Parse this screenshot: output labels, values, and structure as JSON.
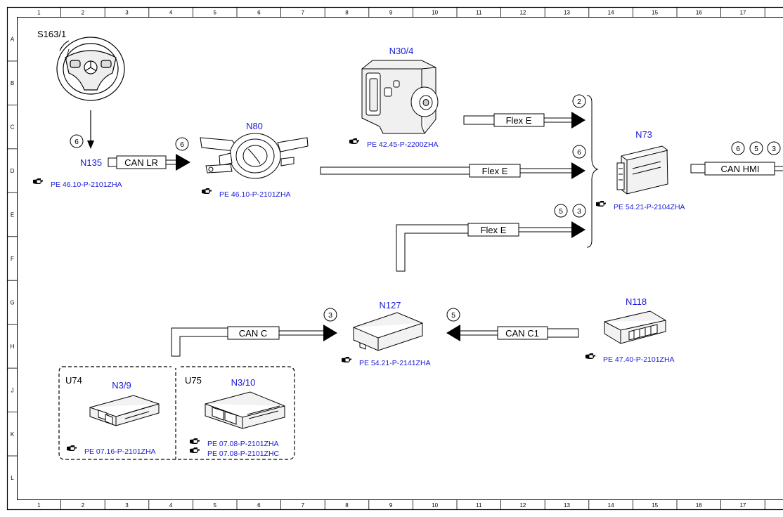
{
  "grid": {
    "columns": [
      "1",
      "2",
      "3",
      "4",
      "5",
      "6",
      "7",
      "8",
      "9",
      "10",
      "11",
      "12",
      "13",
      "14",
      "15",
      "16",
      "17"
    ],
    "rows": [
      "A",
      "B",
      "C",
      "D",
      "E",
      "F",
      "G",
      "H",
      "J",
      "K",
      "L"
    ]
  },
  "components": {
    "s163": {
      "label": "S163/1",
      "icon": "steering-wheel"
    },
    "n135": {
      "label": "N135",
      "ref": "PE 46.10-P-2101ZHA",
      "circle": "6"
    },
    "n80": {
      "label": "N80",
      "ref": "PE 46.10-P-2101ZHA",
      "icon": "steering-column-module"
    },
    "n30_4": {
      "label": "N30/4",
      "ref": "PE 42.45-P-2200ZHA",
      "icon": "esp-hydraulic-unit"
    },
    "n73": {
      "label": "N73",
      "ref": "PE 54.21-P-2104ZHA",
      "icon": "ezs-control-unit"
    },
    "n127": {
      "label": "N127",
      "ref": "PE 54.21-P-2141ZHA",
      "icon": "powertrain-control-unit"
    },
    "n118": {
      "label": "N118",
      "ref": "PE 47.40-P-2101ZHA",
      "icon": "fuel-pump-control-unit"
    },
    "u74": {
      "tag": "U74",
      "label": "N3/9",
      "ref": "PE 07.16-P-2101ZHA",
      "icon": "cdi-control-unit"
    },
    "u75": {
      "tag": "U75",
      "label": "N3/10",
      "ref1": "PE 07.08-P-2101ZHA",
      "ref2": "PE 07.08-P-2101ZHC",
      "icon": "me-sfi-control-unit"
    }
  },
  "buses": {
    "can_lr": {
      "label": "CAN LR",
      "circle": "6"
    },
    "flex_e_1": {
      "label": "Flex E",
      "circle": "2"
    },
    "flex_e_2": {
      "label": "Flex E",
      "circle": "6"
    },
    "flex_e_3": {
      "label": "Flex E",
      "circles": [
        "5",
        "3"
      ]
    },
    "can_hmi": {
      "label": "CAN HMI",
      "circles": [
        "6",
        "5",
        "3"
      ]
    },
    "can_c": {
      "label": "CAN C",
      "circle": "3"
    },
    "can_c1": {
      "label": "CAN C1",
      "circle": "5"
    }
  },
  "colors": {
    "label_blue": "#1a1ad6",
    "line": "#000000"
  }
}
